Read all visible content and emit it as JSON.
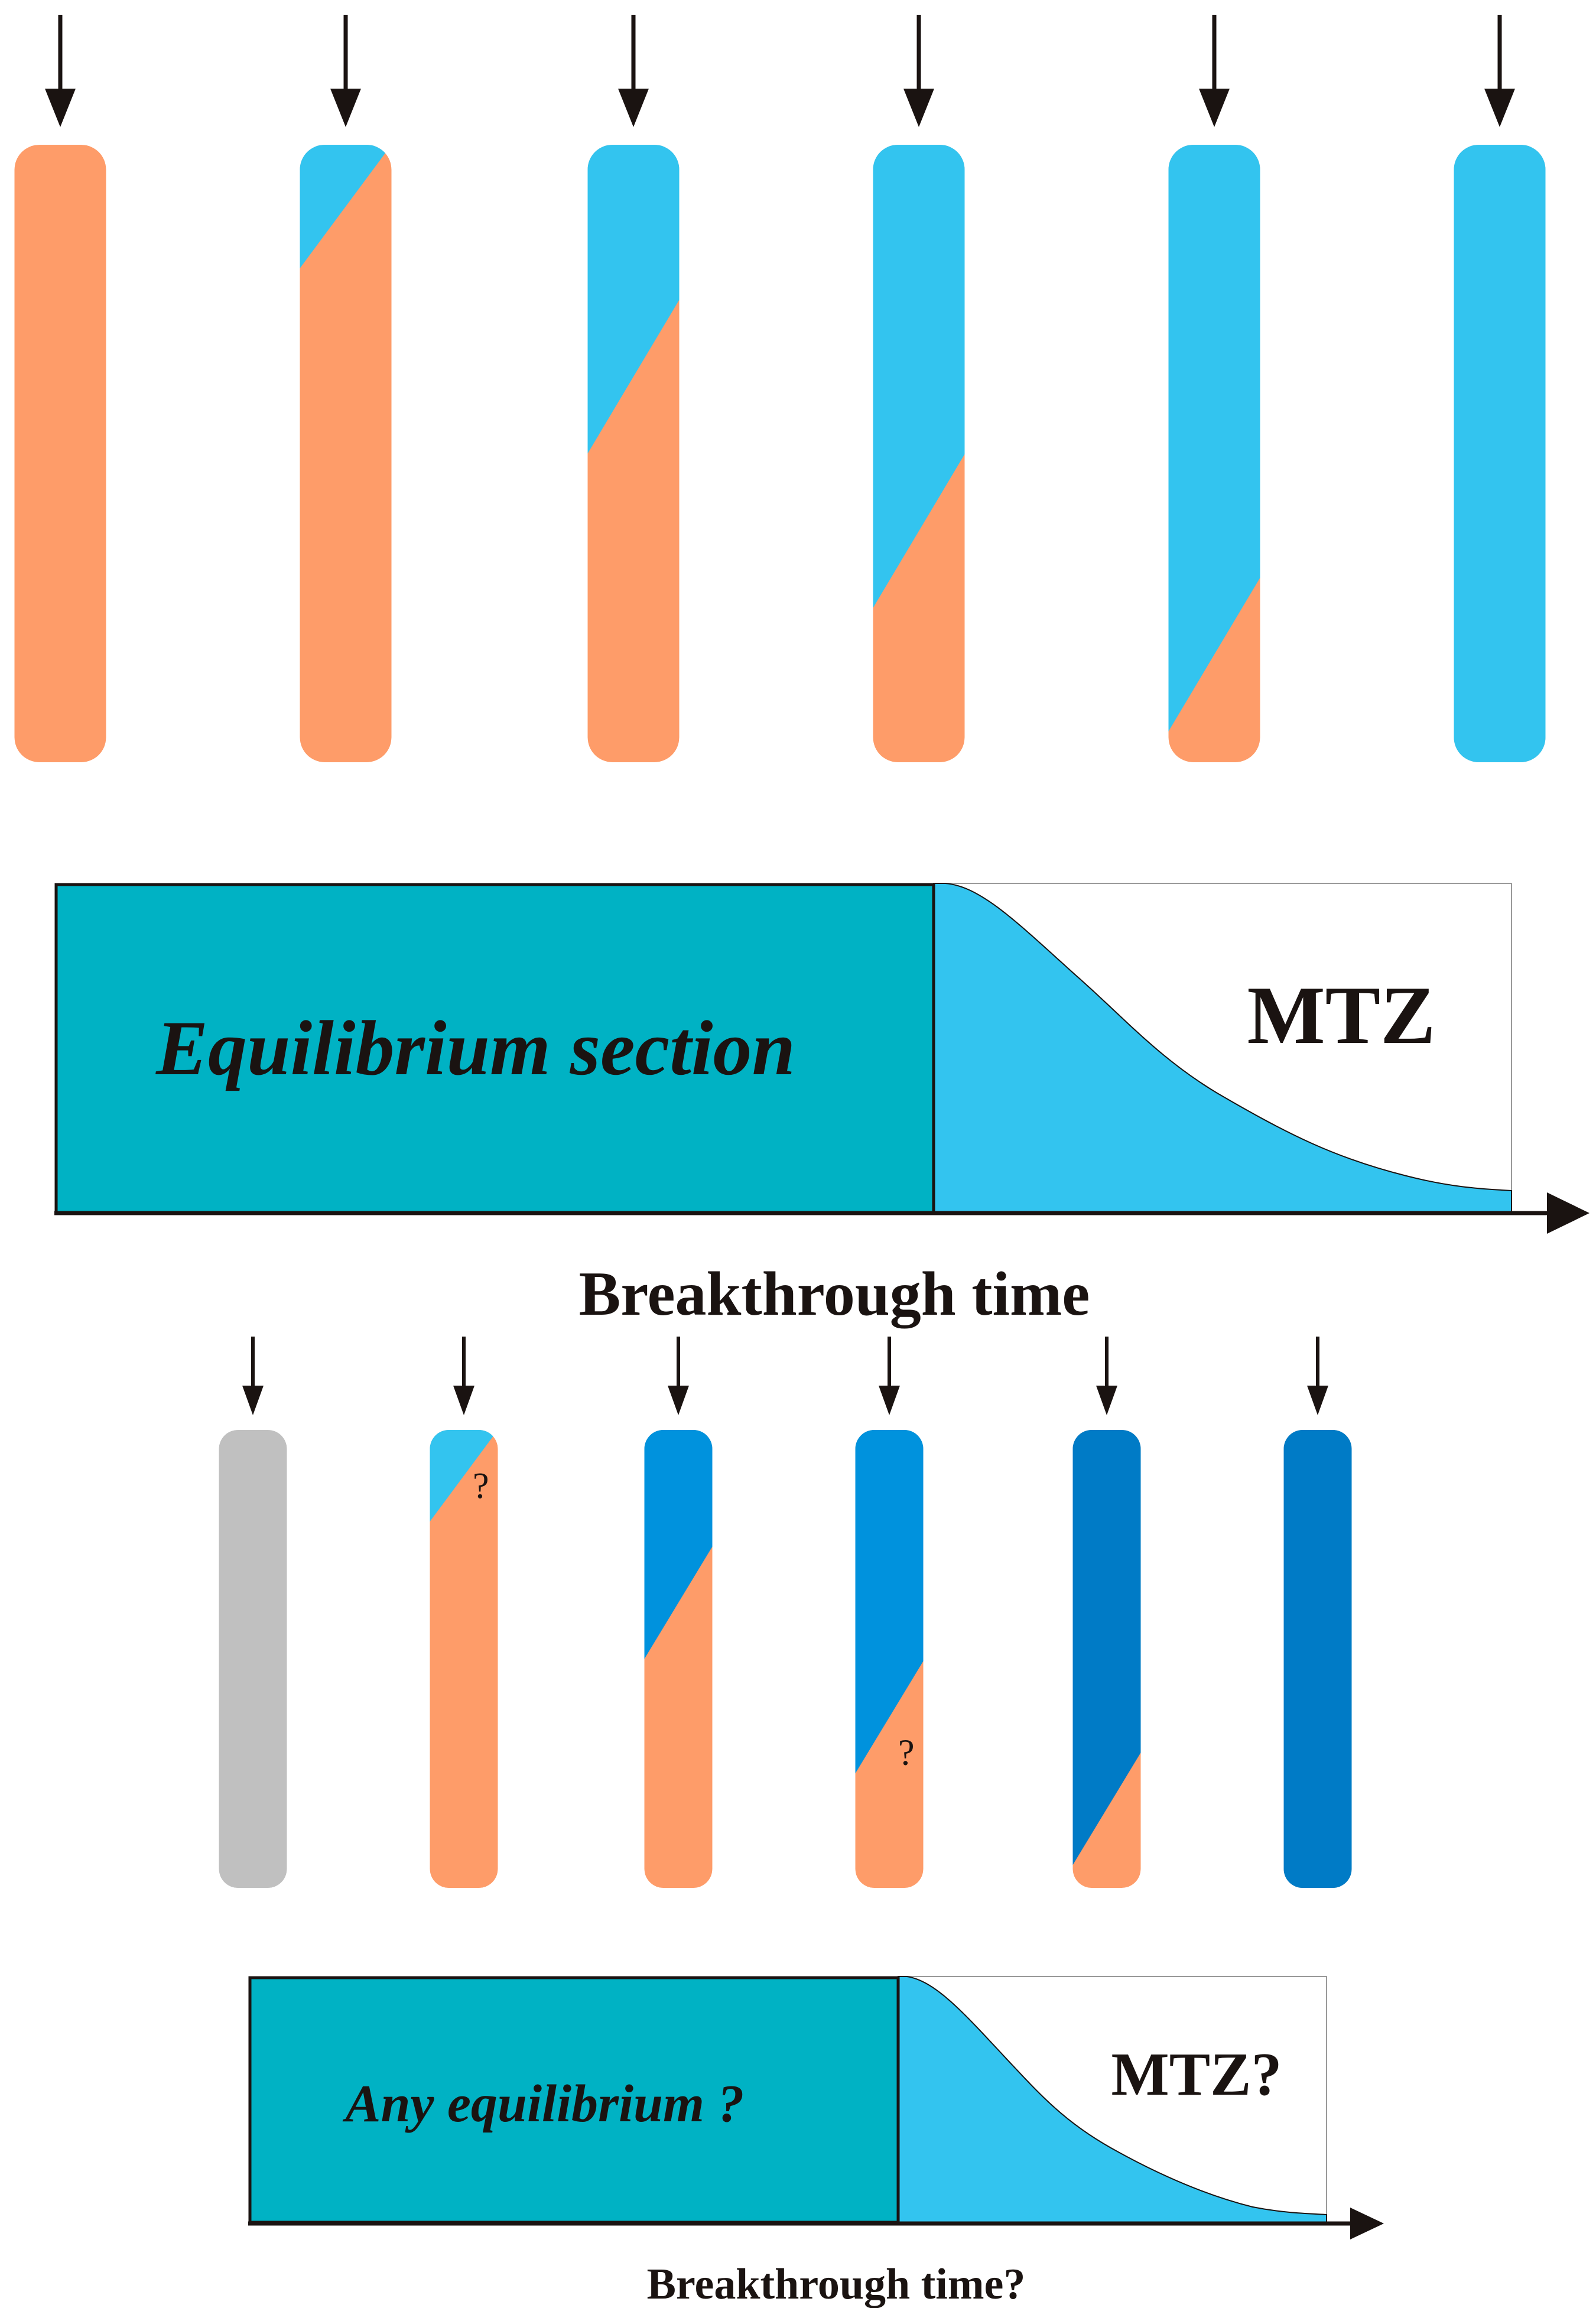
{
  "top_panel": {
    "columns": [
      {
        "fill": 0.0,
        "color": "#fe9c69"
      },
      {
        "fill": 0.2,
        "color": "#33c4ef"
      },
      {
        "fill": 0.5,
        "color": "#33c4ef"
      },
      {
        "fill": 0.75,
        "color": "#33c4ef"
      },
      {
        "fill": 0.95,
        "color": "#33c4ef"
      },
      {
        "fill": 1.0,
        "color": "#33c4ef"
      }
    ],
    "equilibrium_label": "Equilibrium section",
    "mtz_label": "MTZ",
    "axis_label": "Breakthrough time"
  },
  "bottom_panel": {
    "columns": [
      {
        "fill": 0.0,
        "color": "#c0c0c0",
        "question": false
      },
      {
        "fill": 0.2,
        "color": "#33c4ef",
        "question": true
      },
      {
        "fill": 0.5,
        "color": "#0092dd",
        "question": false
      },
      {
        "fill": 0.75,
        "color": "#0092dd",
        "question": true
      },
      {
        "fill": 0.95,
        "color": "#007bc6",
        "question": false
      },
      {
        "fill": 1.0,
        "color": "#007bc6",
        "question": false
      }
    ],
    "equilibrium_label": "Any equilibrium ?",
    "mtz_label": "MTZ?",
    "axis_label": "Breakthrough time?",
    "question_mark": "?"
  },
  "colors": {
    "orange": "#fe9c69",
    "light_blue": "#33c4ef",
    "teal": "#00b2c4",
    "arrow": "#1a1311"
  }
}
